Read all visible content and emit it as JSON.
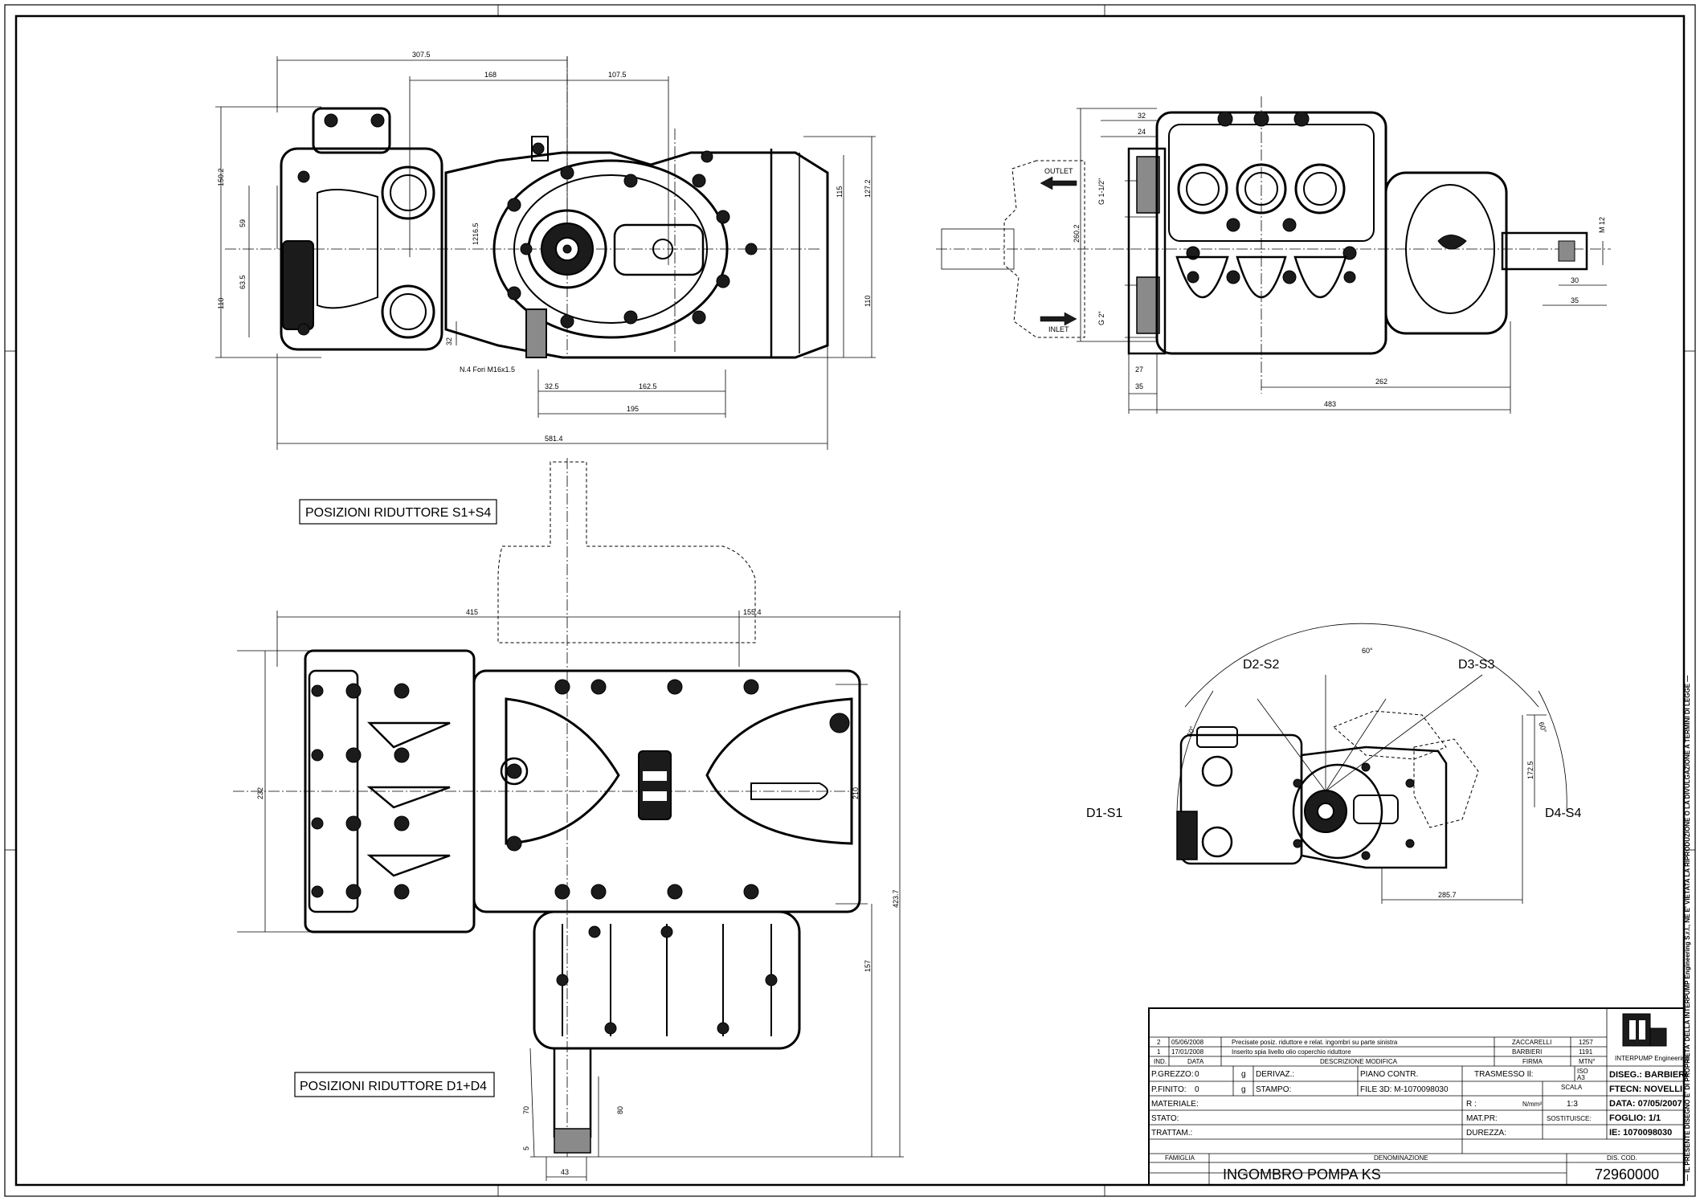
{
  "views": {
    "top": {
      "dims": {
        "d307": "307.5",
        "d168": "168",
        "d107": "107.5",
        "d150": "150.2",
        "d59": "59",
        "d63": "63.5",
        "d110l": "110",
        "d115": "115",
        "d127": "127.2",
        "d110r": "110",
        "d216": "1216.5",
        "d32": "32",
        "d32b": "32.5",
        "d162": "162.5",
        "d195": "195",
        "d581": "581.4",
        "fori": "N.4 Fori M16x1.5"
      }
    },
    "side": {
      "outlet": "OUTLET",
      "inlet": "INLET",
      "dims": {
        "d32": "32",
        "d24": "24",
        "g112": "G 1-1/2\"",
        "d260": "260.2",
        "g2": "G 2\"",
        "d27": "27",
        "d35l": "35",
        "d262": "262",
        "d483": "483",
        "m12": "M 12",
        "d30": "30",
        "d35r": "35"
      }
    },
    "s1s4": {
      "caption": "POSIZIONI RIDUTTORE S1+S4"
    },
    "d1d4": {
      "caption": "POSIZIONI RIDUTTORE D1+D4",
      "dims": {
        "d415": "415",
        "d155": "155.4",
        "d232": "232",
        "d210": "210",
        "d423": "423.7",
        "d157": "157",
        "d70": "70",
        "d80": "80",
        "d5": "5",
        "d43": "43"
      }
    },
    "positions": {
      "d2s2": "D2-S2",
      "d3s3": "D3-S3",
      "d1s1": "D1-S1",
      "d4s4": "D4-S4",
      "a60": "60°",
      "a60l": "60°",
      "a60r": "60°",
      "d172": "172.5",
      "d285": "285.7"
    }
  },
  "side_note": "— IL PRESENTE DISEGNO E' DI PROPRIETA' DELLA INTERPUMP Engineering S.r.l., NE E' VIETATA LA RIPRODUZIONE O LA DIVULGAZIONE A TERMINI DI LEGGE —",
  "title_block": {
    "revisions": [
      {
        "ind": "2",
        "date": "05/06/2008",
        "desc": "Precisate posiz. riduttore e relat. ingombri su parte sinistra",
        "firma": "ZACCARELLI",
        "mtn": "1257"
      },
      {
        "ind": "1",
        "date": "17/01/2008",
        "desc": "Inserito spia livello olio coperchio riduttore",
        "firma": "BARBIERI",
        "mtn": "1191"
      }
    ],
    "headers": {
      "ind": "IND.",
      "data": "DATA",
      "desc": "DESCRIZIONE MODIFICA",
      "firma": "FIRMA",
      "mtn": "MTN°"
    },
    "company": "INTERPUMP Engineering",
    "rows": {
      "p_grezzo": "P.GREZZO:",
      "p_grezzo_val": "0",
      "unit_g1": "g",
      "p_finito": "P.FINITO:",
      "p_finito_val": "0",
      "unit_g2": "g",
      "materiale": "MATERIALE:",
      "stato": "STATO:",
      "trattam": "TRATTAM.:",
      "derivaz": "DERIVAZ.:",
      "stampo": "STAMPO:",
      "piano": "PIANO CONTR.",
      "file3d": "FILE 3D: M-1070098030",
      "trasmesso": "TRASMESSO Il:",
      "r": "R :",
      "nmm": "N/mm²",
      "matpr": "MAT.PR:",
      "durezza": "DUREZZA:",
      "scala_lbl": "SCALA",
      "scala_val": "1:3",
      "sostituisce": "SOSTITUISCE:",
      "iso": "ISO",
      "a3": "A3",
      "diseg": "DISEG.: BARBIERI",
      "ftech": "FTECN: NOVELLI",
      "data": "DATA: 07/05/2007",
      "foglio": "FOGLIO: 1/1",
      "ie": "IE: 1070098030",
      "famiglia": "FAMIGLIA",
      "denominazione": "DENOMINAZIONE",
      "dis_cod": "DIS. COD.",
      "title": "INGOMBRO POMPA KS",
      "code": "72960000"
    }
  }
}
